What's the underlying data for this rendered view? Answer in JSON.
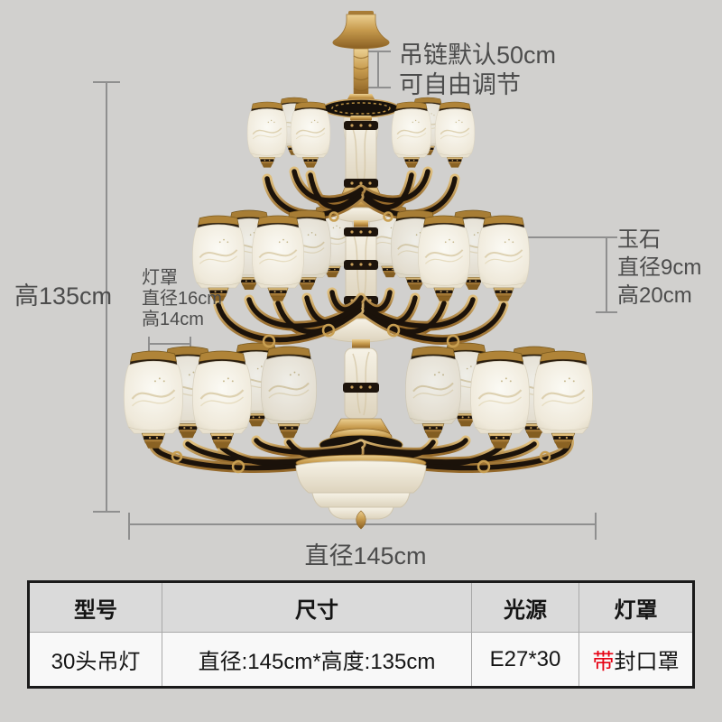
{
  "page": {
    "background": "#d1d0ce"
  },
  "annotations": {
    "chain_line1": "吊链默认50cm",
    "chain_line2": "可自由调节",
    "height_label": "高135cm",
    "shade_title": "灯罩",
    "shade_diameter": "直径16cm",
    "shade_height": "高14cm",
    "jade_title": "玉石",
    "jade_diameter": "直径9cm",
    "jade_height": "高20cm",
    "diameter_label": "直径145cm"
  },
  "spec_table": {
    "headers": [
      "型号",
      "尺寸",
      "光源",
      "灯罩"
    ],
    "row": {
      "model": "30头吊灯",
      "size": "直径:145cm*高度:135cm",
      "light_source": "E27*30",
      "shade_highlight": "带",
      "shade_rest": "封口罩"
    }
  },
  "colors": {
    "accent_red": "#e60012",
    "dimension_line": "#8f8f8f",
    "gold": "#c49a4e",
    "shade_ivory": "#f6f2e6",
    "arm_black": "#1b120a"
  }
}
